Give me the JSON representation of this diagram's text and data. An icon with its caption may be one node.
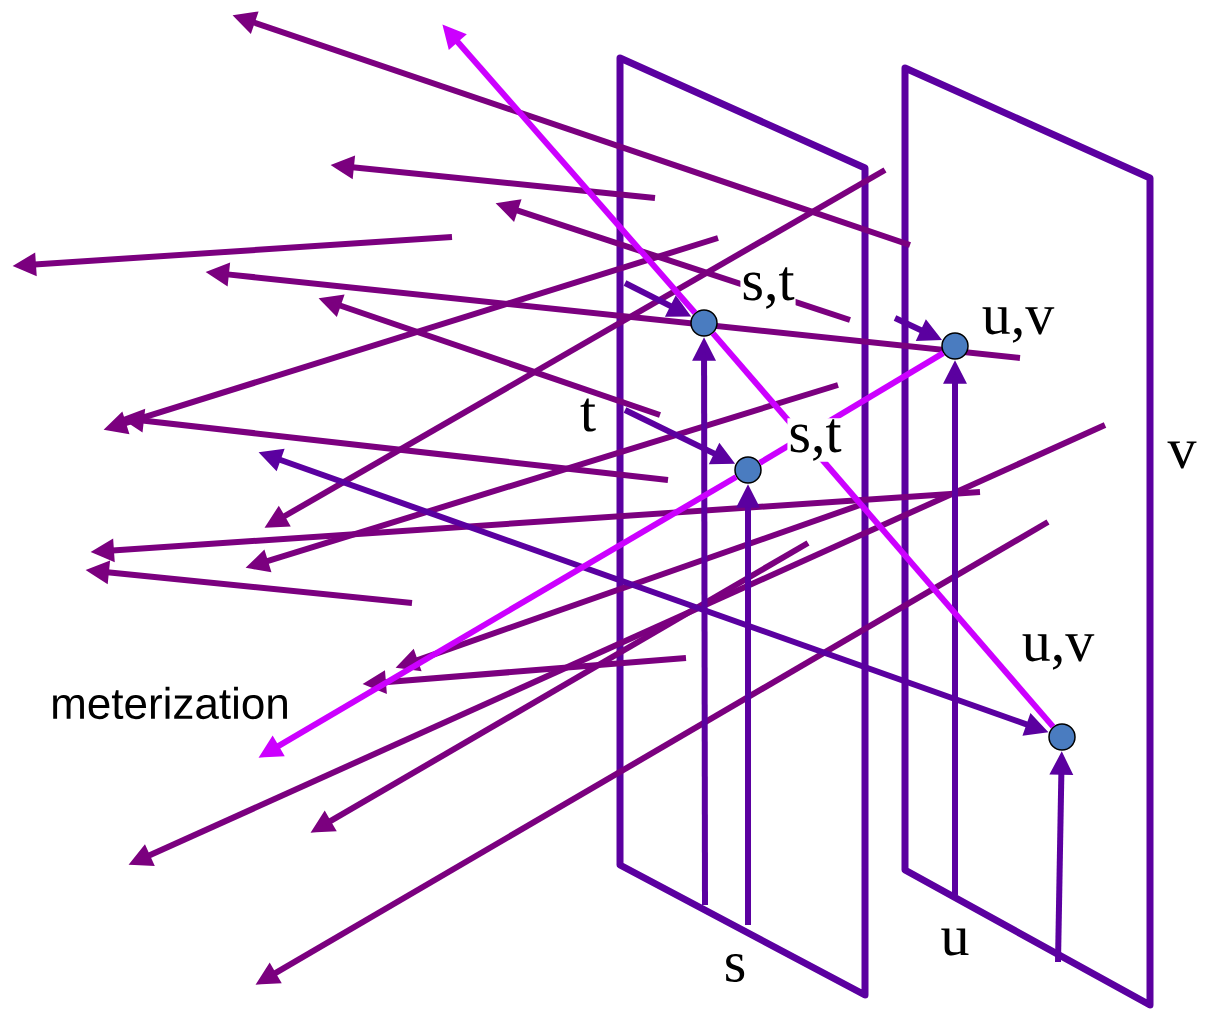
{
  "diagram": {
    "nodes": [
      {
        "text": [],
        "shape": "circle",
        "beside": [
          "s,t"
        ]
      },
      {
        "text": [],
        "shape": "circle",
        "beside": [
          "u,v"
        ]
      },
      {
        "text": [],
        "shape": "circle",
        "beside": [
          "s,t"
        ]
      },
      {
        "text": [],
        "shape": "circle",
        "beside": [
          "u,v"
        ]
      }
    ],
    "edges": [
      {
        "from": null,
        "to": 0,
        "arrow": "to"
      },
      {
        "from": null,
        "to": 0,
        "arrow": "to"
      },
      {
        "from": null,
        "to": 2,
        "arrow": "to"
      },
      {
        "from": null,
        "to": 2,
        "arrow": "to"
      },
      {
        "from": null,
        "to": 1,
        "arrow": "to"
      },
      {
        "from": null,
        "to": 1,
        "arrow": "to"
      },
      {
        "from": null,
        "to": 3,
        "arrow": "to"
      },
      {
        "from": null,
        "to": 3,
        "arrow": "both"
      },
      {
        "from": 3,
        "to": 0,
        "arrow": "none",
        "color": "#cc00ff"
      },
      {
        "from": 0,
        "to": null,
        "arrow": "to",
        "color": "#cc00ff"
      },
      {
        "from": 1,
        "to": 2,
        "arrow": "none",
        "color": "#cc00ff"
      },
      {
        "from": 2,
        "to": null,
        "arrow": "to",
        "color": "#cc00ff"
      }
    ],
    "labels": [
      "t",
      "v",
      "u",
      "s",
      "meterization"
    ]
  }
}
